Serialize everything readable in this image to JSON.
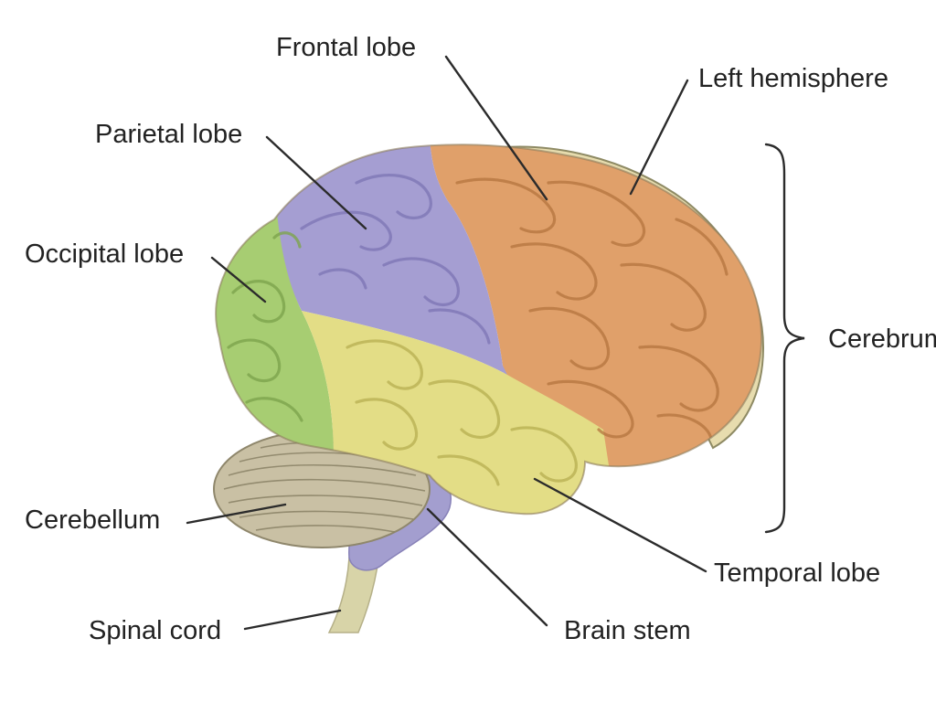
{
  "diagram": {
    "labels": {
      "frontal_lobe": "Frontal lobe",
      "left_hemisphere": "Left hemisphere",
      "parietal_lobe": "Parietal lobe",
      "occipital_lobe": "Occipital lobe",
      "cerebrum": "Cerebrum",
      "cerebellum": "Cerebellum",
      "spinal_cord": "Spinal cord",
      "temporal_lobe": "Temporal lobe",
      "brain_stem": "Brain stem"
    },
    "colors": {
      "frontal": "#e0a06a",
      "parietal": "#a59ed2",
      "occipital": "#a7cd72",
      "temporal": "#e3dd86",
      "cerebellum": "#c9c0a4",
      "brain_stem": "#a39ecf",
      "spinal_cord": "#d8d4a8",
      "hemisphere_edge": "#e7dcae"
    }
  }
}
